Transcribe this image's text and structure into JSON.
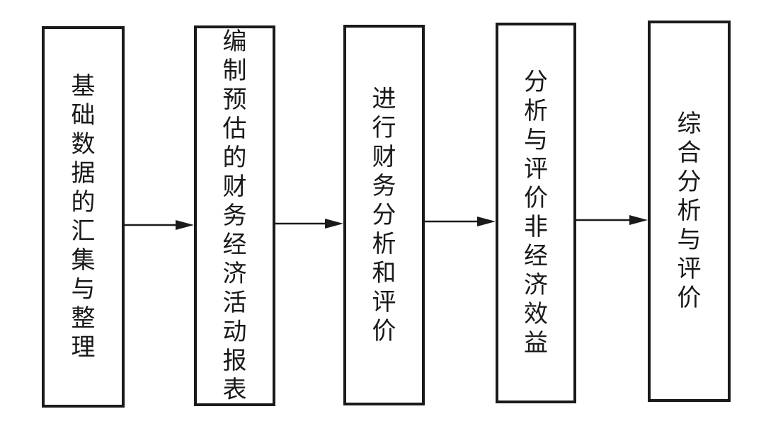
{
  "flow": {
    "steps": [
      {
        "label": "基础数据的汇集与整理"
      },
      {
        "label": "编制预估的财务经济活动报表"
      },
      {
        "label": "进行财务分析和评价"
      },
      {
        "label": "分析与评价非经济效益"
      },
      {
        "label": "综合分析与评价"
      }
    ]
  },
  "colors": {
    "stroke": "#1a1a1a",
    "background": "#ffffff"
  }
}
